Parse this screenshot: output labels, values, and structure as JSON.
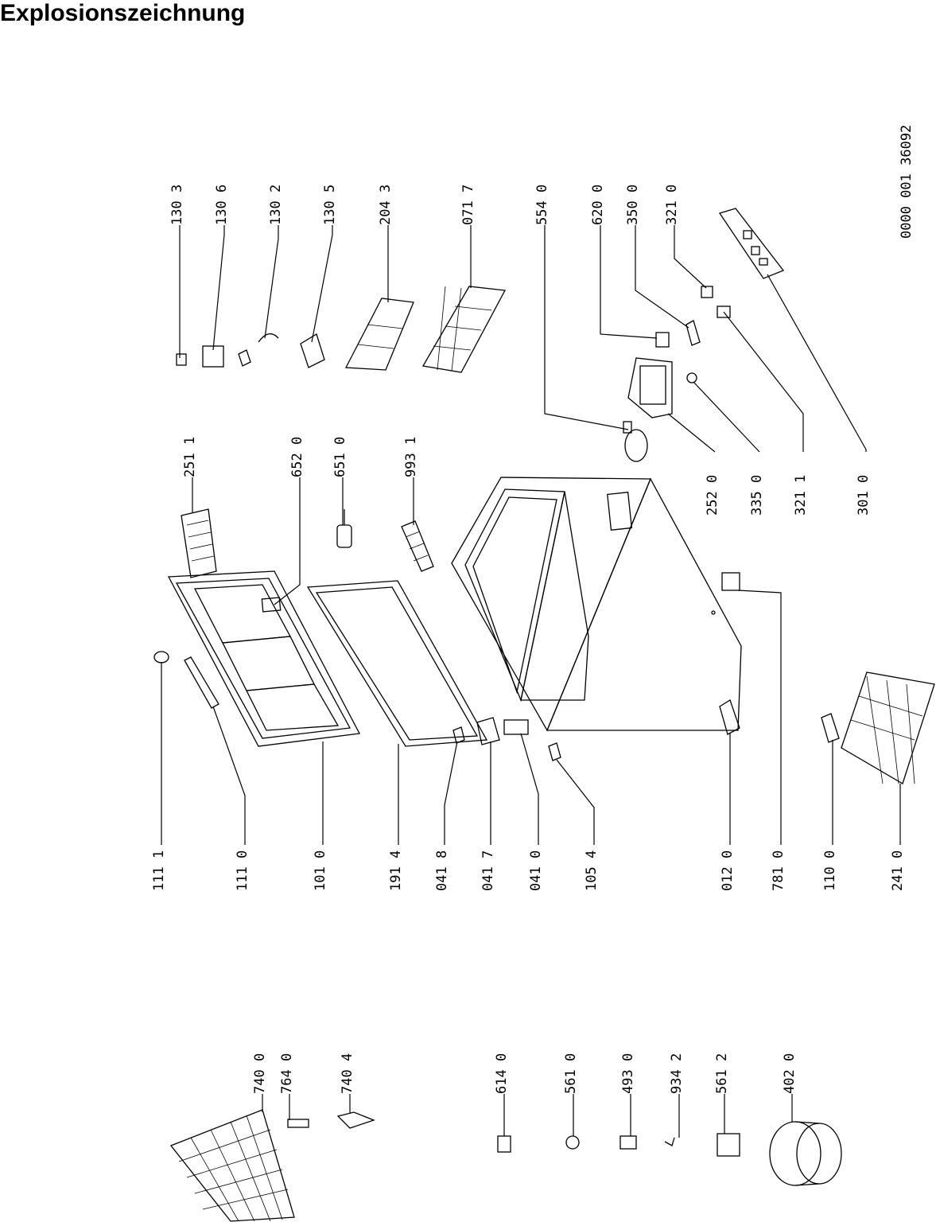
{
  "title": "Explosionszeichnung",
  "document_id": "0000 001 36092",
  "parts": [
    {
      "id": "p1303",
      "label": "130 3"
    },
    {
      "id": "p1306",
      "label": "130 6"
    },
    {
      "id": "p1302",
      "label": "130 2"
    },
    {
      "id": "p1305",
      "label": "130 5"
    },
    {
      "id": "p2043",
      "label": "204 3"
    },
    {
      "id": "p0717",
      "label": "071 7"
    },
    {
      "id": "p5540",
      "label": "554 0"
    },
    {
      "id": "p6200",
      "label": "620 0"
    },
    {
      "id": "p3500",
      "label": "350 0"
    },
    {
      "id": "p3210",
      "label": "321 0"
    },
    {
      "id": "p2511",
      "label": "251 1"
    },
    {
      "id": "p6520",
      "label": "652 0"
    },
    {
      "id": "p6510",
      "label": "651 0"
    },
    {
      "id": "p9931",
      "label": "993 1"
    },
    {
      "id": "p2520",
      "label": "252 0"
    },
    {
      "id": "p3350",
      "label": "335 0"
    },
    {
      "id": "p3211",
      "label": "321 1"
    },
    {
      "id": "p3010",
      "label": "301 0"
    },
    {
      "id": "p1111",
      "label": "111 1"
    },
    {
      "id": "p1110",
      "label": "111 0"
    },
    {
      "id": "p1010",
      "label": "101 0"
    },
    {
      "id": "p1914",
      "label": "191 4"
    },
    {
      "id": "p0418",
      "label": "041 8"
    },
    {
      "id": "p0417",
      "label": "041 7"
    },
    {
      "id": "p0410",
      "label": "041 0"
    },
    {
      "id": "p1054",
      "label": "105 4"
    },
    {
      "id": "p0120",
      "label": "012 0"
    },
    {
      "id": "p7810",
      "label": "781 0"
    },
    {
      "id": "p1100",
      "label": "110 0"
    },
    {
      "id": "p2410",
      "label": "241 0"
    },
    {
      "id": "p7400",
      "label": "740 0"
    },
    {
      "id": "p7640",
      "label": "764 0"
    },
    {
      "id": "p7404",
      "label": "740 4"
    },
    {
      "id": "p6140",
      "label": "614 0"
    },
    {
      "id": "p5610",
      "label": "561 0"
    },
    {
      "id": "p4930",
      "label": "493 0"
    },
    {
      "id": "p9342",
      "label": "934 2"
    },
    {
      "id": "p5612",
      "label": "561 2"
    },
    {
      "id": "p4020",
      "label": "402 0"
    }
  ]
}
